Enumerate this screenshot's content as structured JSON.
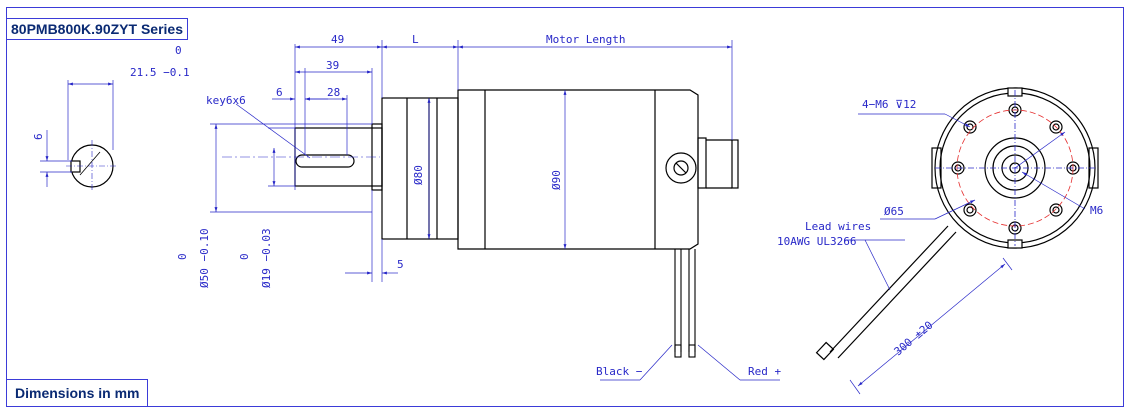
{
  "title": "80PMB800K.90ZYT Series",
  "units": "Dimensions in mm",
  "dimensions": {
    "key_width": "6",
    "key_depth_top": "0",
    "key_depth": "21.5 −0.1",
    "shaft_len_49": "49",
    "shaft_len_39": "39",
    "key_spec": "key6x6",
    "key_offset": "6",
    "key_len": "28",
    "gearbox_L": "L",
    "motor_length": "Motor Length",
    "dia_80": "Ø80",
    "dia_90": "Ø90",
    "flange_5": "5",
    "dia_50_top": "0",
    "dia_50": "Ø50 −0.10",
    "dia_19_top": "0",
    "dia_19": "Ø19 −0.03",
    "holes": "4−M6 ⊽12",
    "pcd": "Ø65",
    "center_thread": "M6",
    "lead_title": "Lead wires",
    "lead_spec": "10AWG UL3266",
    "lead_len": "300 ±20",
    "wire_black": "Black −",
    "wire_red": "Red +"
  },
  "colors": {
    "frame": "#3b3bd8",
    "title_text": "#0a2a73",
    "dimension": "#2828c8",
    "outline": "#000000",
    "bolt_circle": "#e53030"
  }
}
